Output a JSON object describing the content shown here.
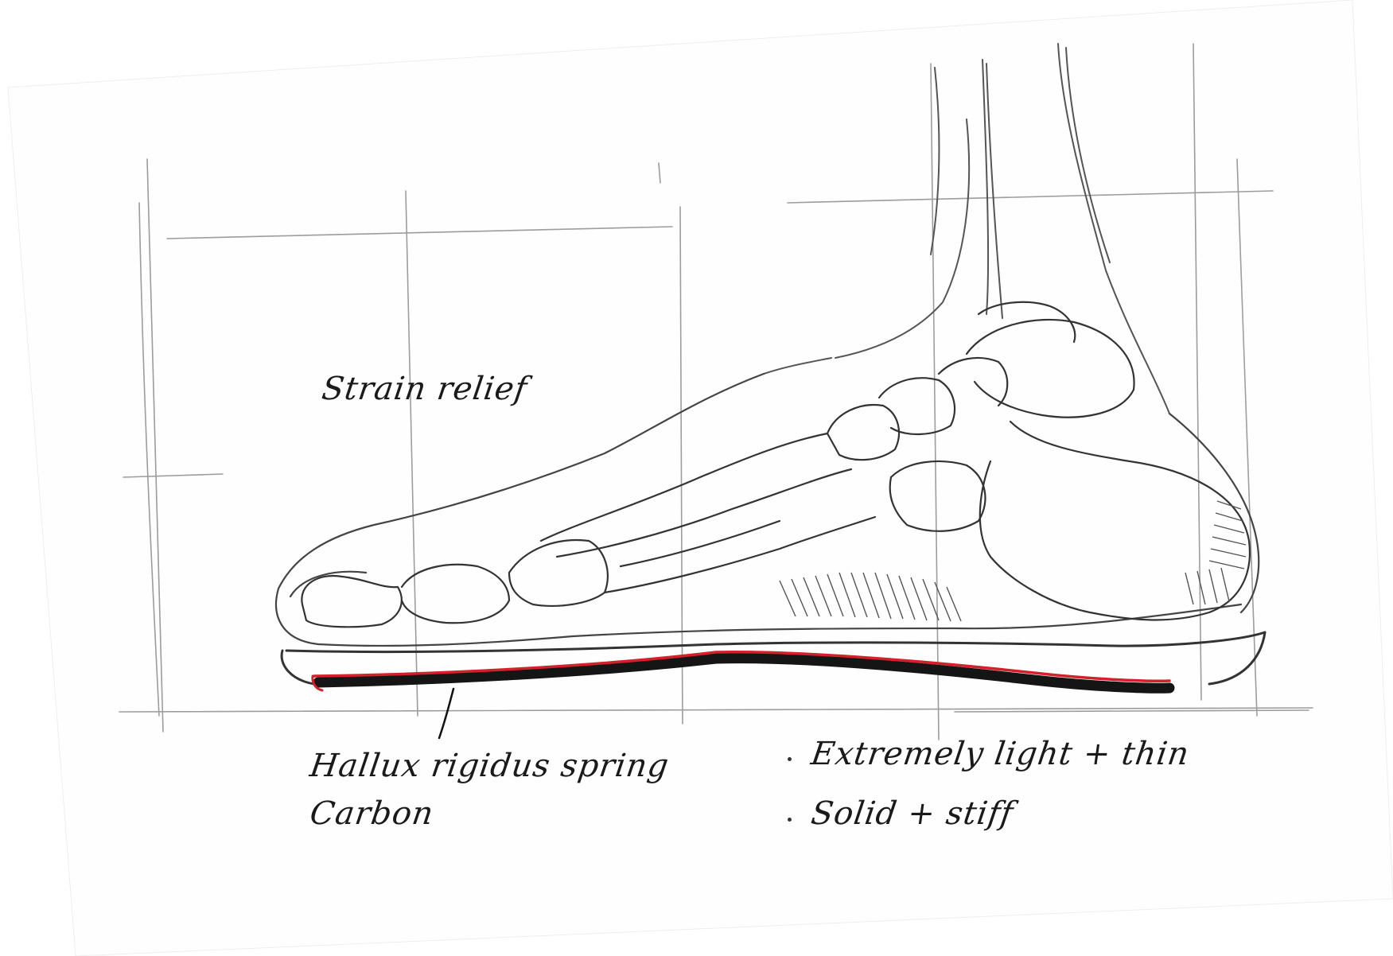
{
  "labels": {
    "strain_relief": "Strain relief",
    "spring_line1": "Hallux rigidus spring",
    "spring_line2": "Carbon",
    "feature_1": "Extremely light + thin",
    "feature_2": "Solid + stiff"
  },
  "colors": {
    "pencil": "#5a5a5a",
    "carbon_plate": "#151515",
    "accent_red": "#d4202a",
    "paper": "#fefefe"
  }
}
